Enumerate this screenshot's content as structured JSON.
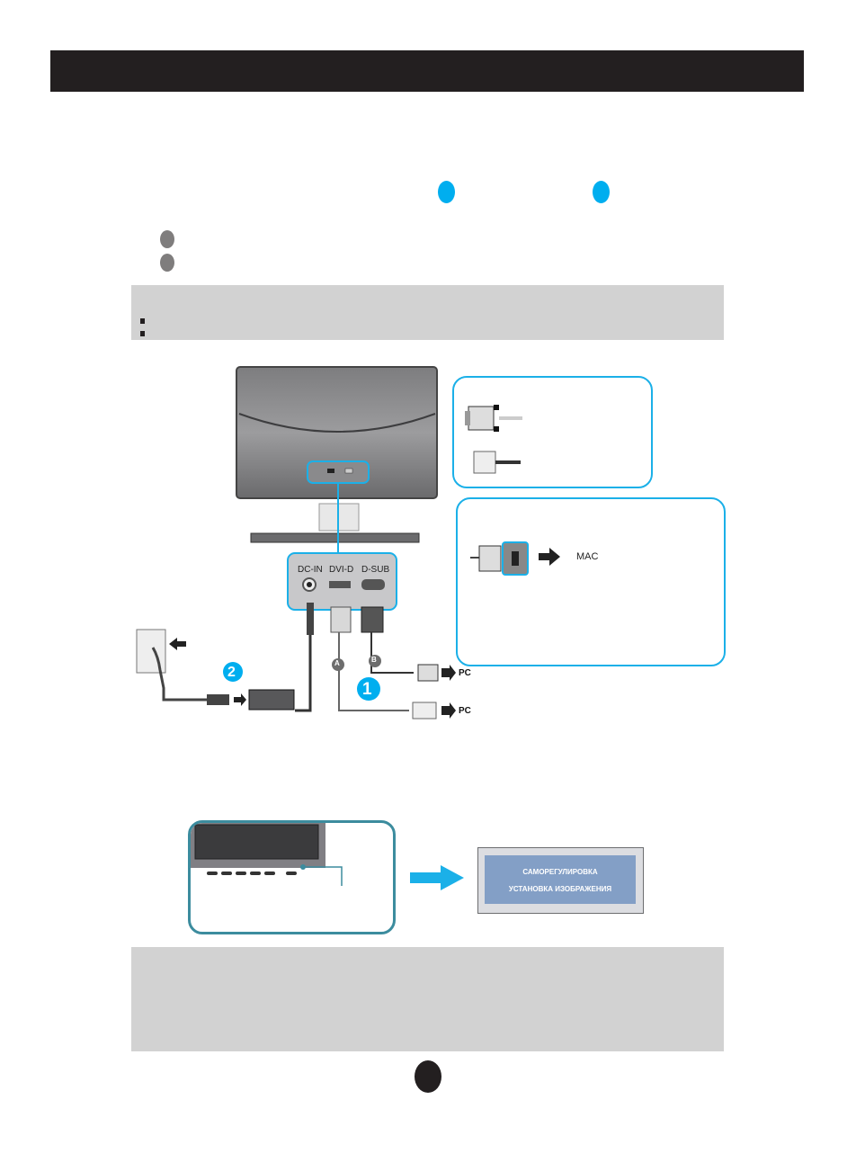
{
  "header": {
    "title": ""
  },
  "step_markers": {
    "blue_marker_1": "",
    "blue_marker_2": "",
    "gray_marker_a": "",
    "gray_marker_b": ""
  },
  "note_top": {
    "bullets": [
      "",
      ""
    ]
  },
  "connection_diagram": {
    "ports": {
      "dc_in": "DC-IN",
      "dvi_d": "DVI-D",
      "d_sub": "D-SUB"
    },
    "cable_labels": {
      "a": "A",
      "b": "B"
    },
    "steps": {
      "one": "1",
      "two": "2"
    },
    "pc_labels": [
      "PC",
      "PC"
    ],
    "mac_callout": {
      "mac_label": "MAC"
    },
    "colors": {
      "accent_blue": "#00aeef",
      "callout_border": "#1bb0e8"
    }
  },
  "power_section": {
    "osd": {
      "line1": "САМОРЕГУЛИРОВКА",
      "line2": "УСТАНОВКА  ИЗОБРАЖЕНИЯ"
    },
    "colors": {
      "osd_bg": "#839fc6",
      "panel_border": "#3c8c9e"
    }
  },
  "note_bottom": {
    "text": ""
  },
  "footer": {
    "page_number": ""
  }
}
